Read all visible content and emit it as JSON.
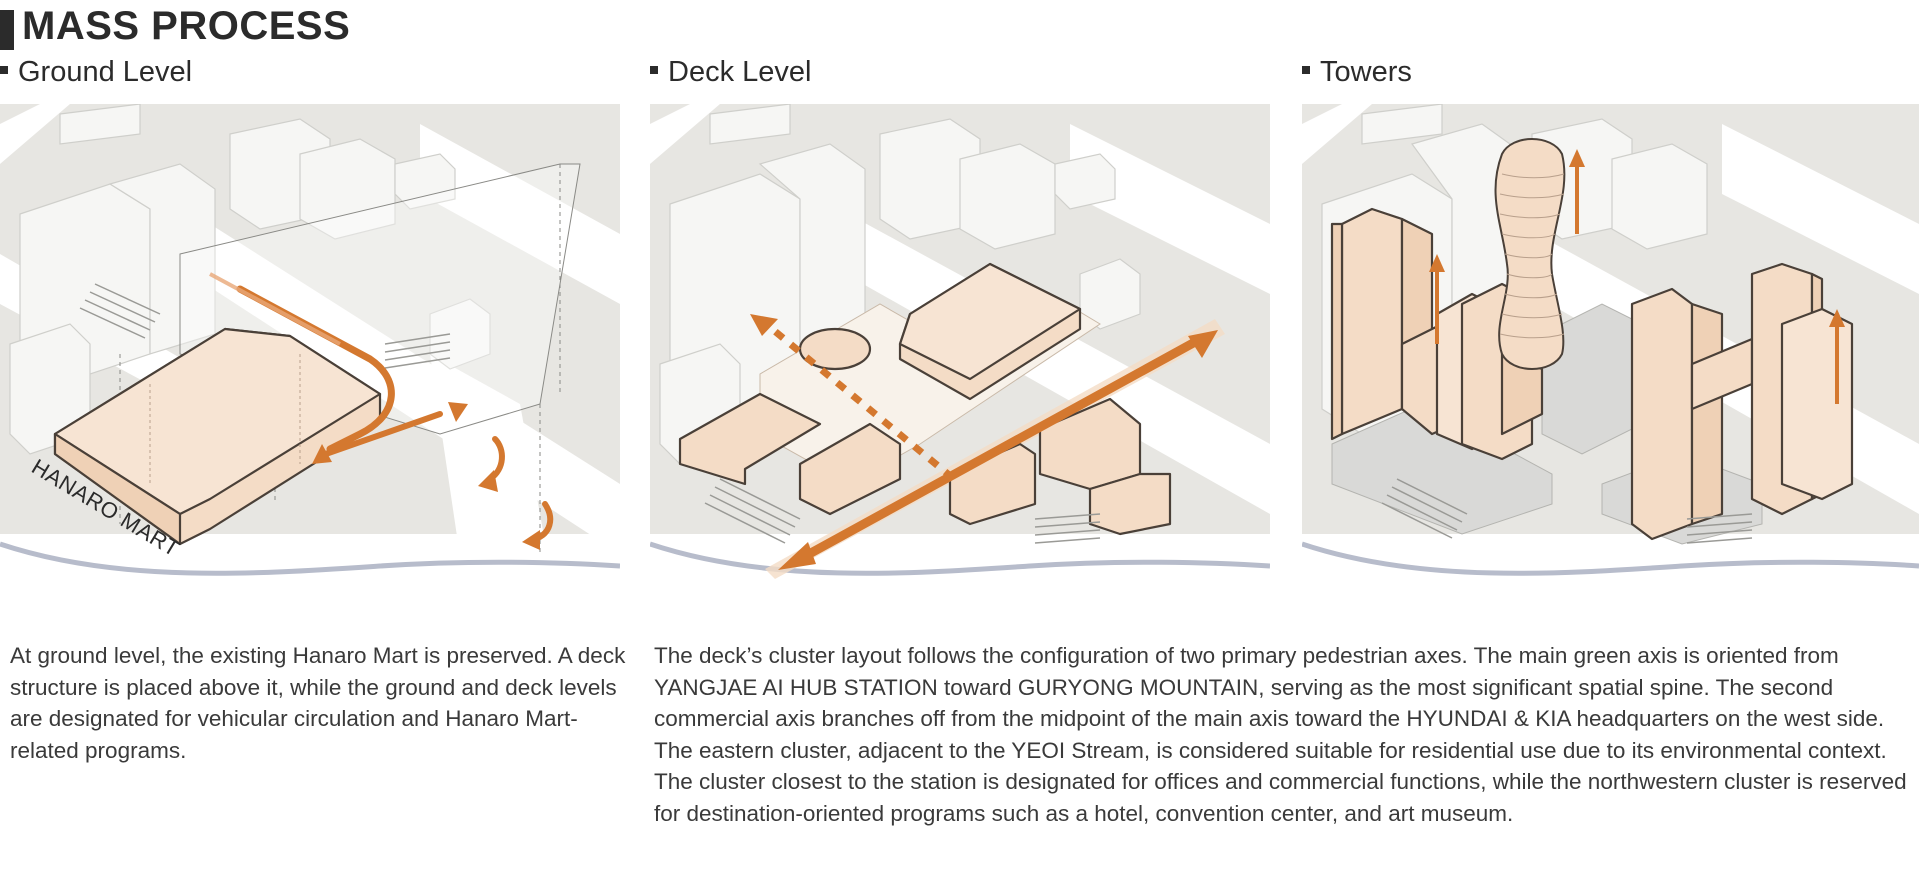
{
  "header": {
    "title": "MASS PROCESS"
  },
  "panels": [
    {
      "heading": "Ground Level",
      "label": "HANARO MART"
    },
    {
      "heading": "Deck Level"
    },
    {
      "heading": "Towers"
    }
  ],
  "descriptions": {
    "ground": "At ground level, the existing Hanaro Mart is preserved. A deck structure is placed above it, while the ground and deck levels are designated for vehicular circulation and Hanaro Mart-related programs.",
    "deck_towers": "The deck’s cluster layout follows the configuration of two primary pedestrian axes. The main green axis is oriented from YANGJAE AI HUB STATION toward GURYONG MOUNTAIN, serving as the most significant spatial spine. The second commercial axis branches off from the midpoint of the main axis toward the HYUNDAI & KIA headquarters on the west side. The eastern cluster, adjacent to the YEOI Stream, is considered suitable for residential use due to its environmental context. The cluster closest to the station is designated for offices and commercial functions, while the northwestern cluster is reserved for destination-oriented programs such as a hotel, convention center, and art museum."
  },
  "colors": {
    "accent": "#d4782f",
    "mass_fill": "#f4dcc6",
    "mass_stroke": "#4a4038",
    "ground": "#e7e6e2",
    "road": "#ffffff",
    "stream": "#b7bccb"
  }
}
